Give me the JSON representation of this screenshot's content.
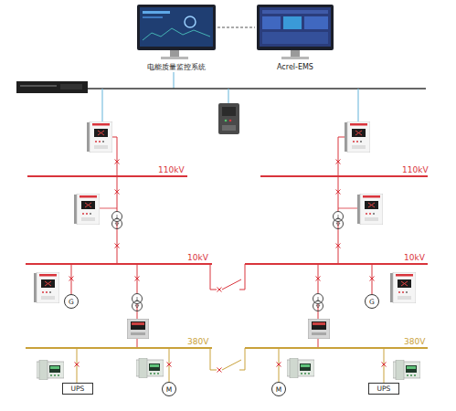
{
  "diagram": {
    "nodes": [
      {
        "text": [
          "电能质量监控系统"
        ]
      },
      {
        "text": [
          "Acrel-EMS"
        ]
      },
      {
        "text": [
          "G"
        ]
      },
      {
        "text": [
          "G"
        ]
      },
      {
        "text": [
          "UPS"
        ]
      },
      {
        "text": [
          "M"
        ]
      },
      {
        "text": [
          "M"
        ]
      },
      {
        "text": [
          "UPS"
        ]
      }
    ],
    "edges": [
      {
        "from": 0,
        "to": 1,
        "arrow": "none"
      }
    ],
    "labels": [
      "110kV",
      "110kV",
      "10kV",
      "10kV",
      "380V",
      "380V"
    ]
  }
}
